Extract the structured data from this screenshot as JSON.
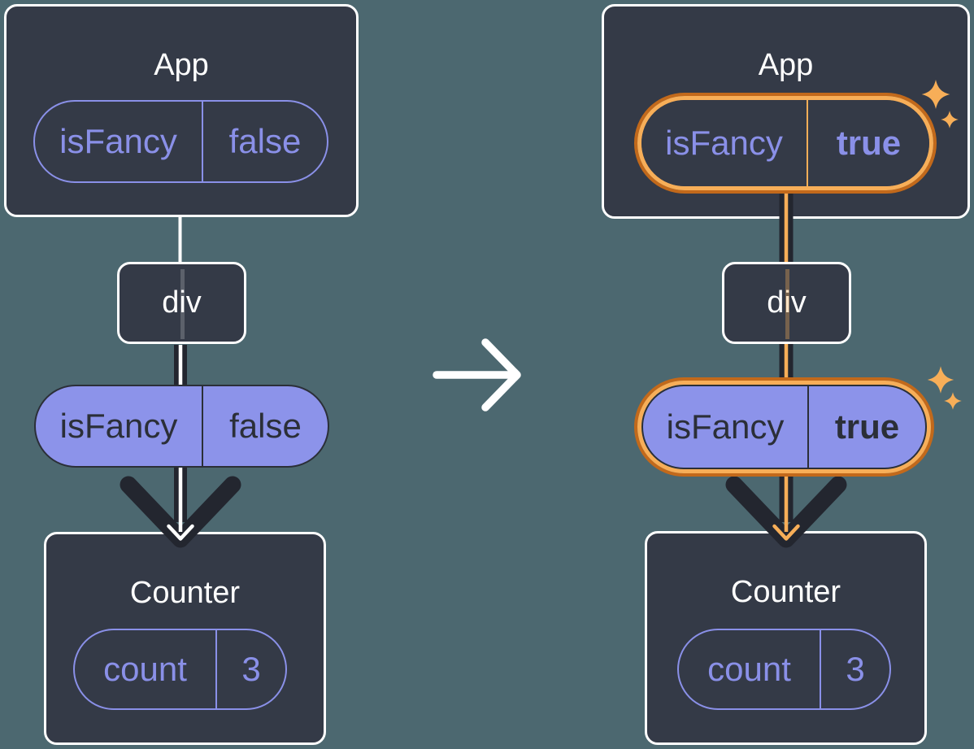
{
  "colors": {
    "background": "#4C6870",
    "panel_fill": "#343A47",
    "panel_border": "#FFFFFF",
    "purple_accent": "#8A90E8",
    "purple_pill_fill": "#8C93EA",
    "dark_text": "#2B2F38",
    "arrow_dark": "#23262F",
    "highlight_orange_light": "#F7AE58",
    "highlight_orange_dark": "#C2691B"
  },
  "icons": {
    "transition_arrow": "right-arrow",
    "sparkle": "four-point-star",
    "props_arrow": "down-arrow"
  },
  "before": {
    "app": {
      "title": "App",
      "state_key": "isFancy",
      "state_value": "false"
    },
    "div_label": "div",
    "prop_key": "isFancy",
    "prop_value": "false",
    "counter": {
      "title": "Counter",
      "state_key": "count",
      "state_value": "3"
    }
  },
  "after": {
    "app": {
      "title": "App",
      "state_key": "isFancy",
      "state_value": "true"
    },
    "div_label": "div",
    "prop_key": "isFancy",
    "prop_value": "true",
    "counter": {
      "title": "Counter",
      "state_key": "count",
      "state_value": "3"
    }
  }
}
